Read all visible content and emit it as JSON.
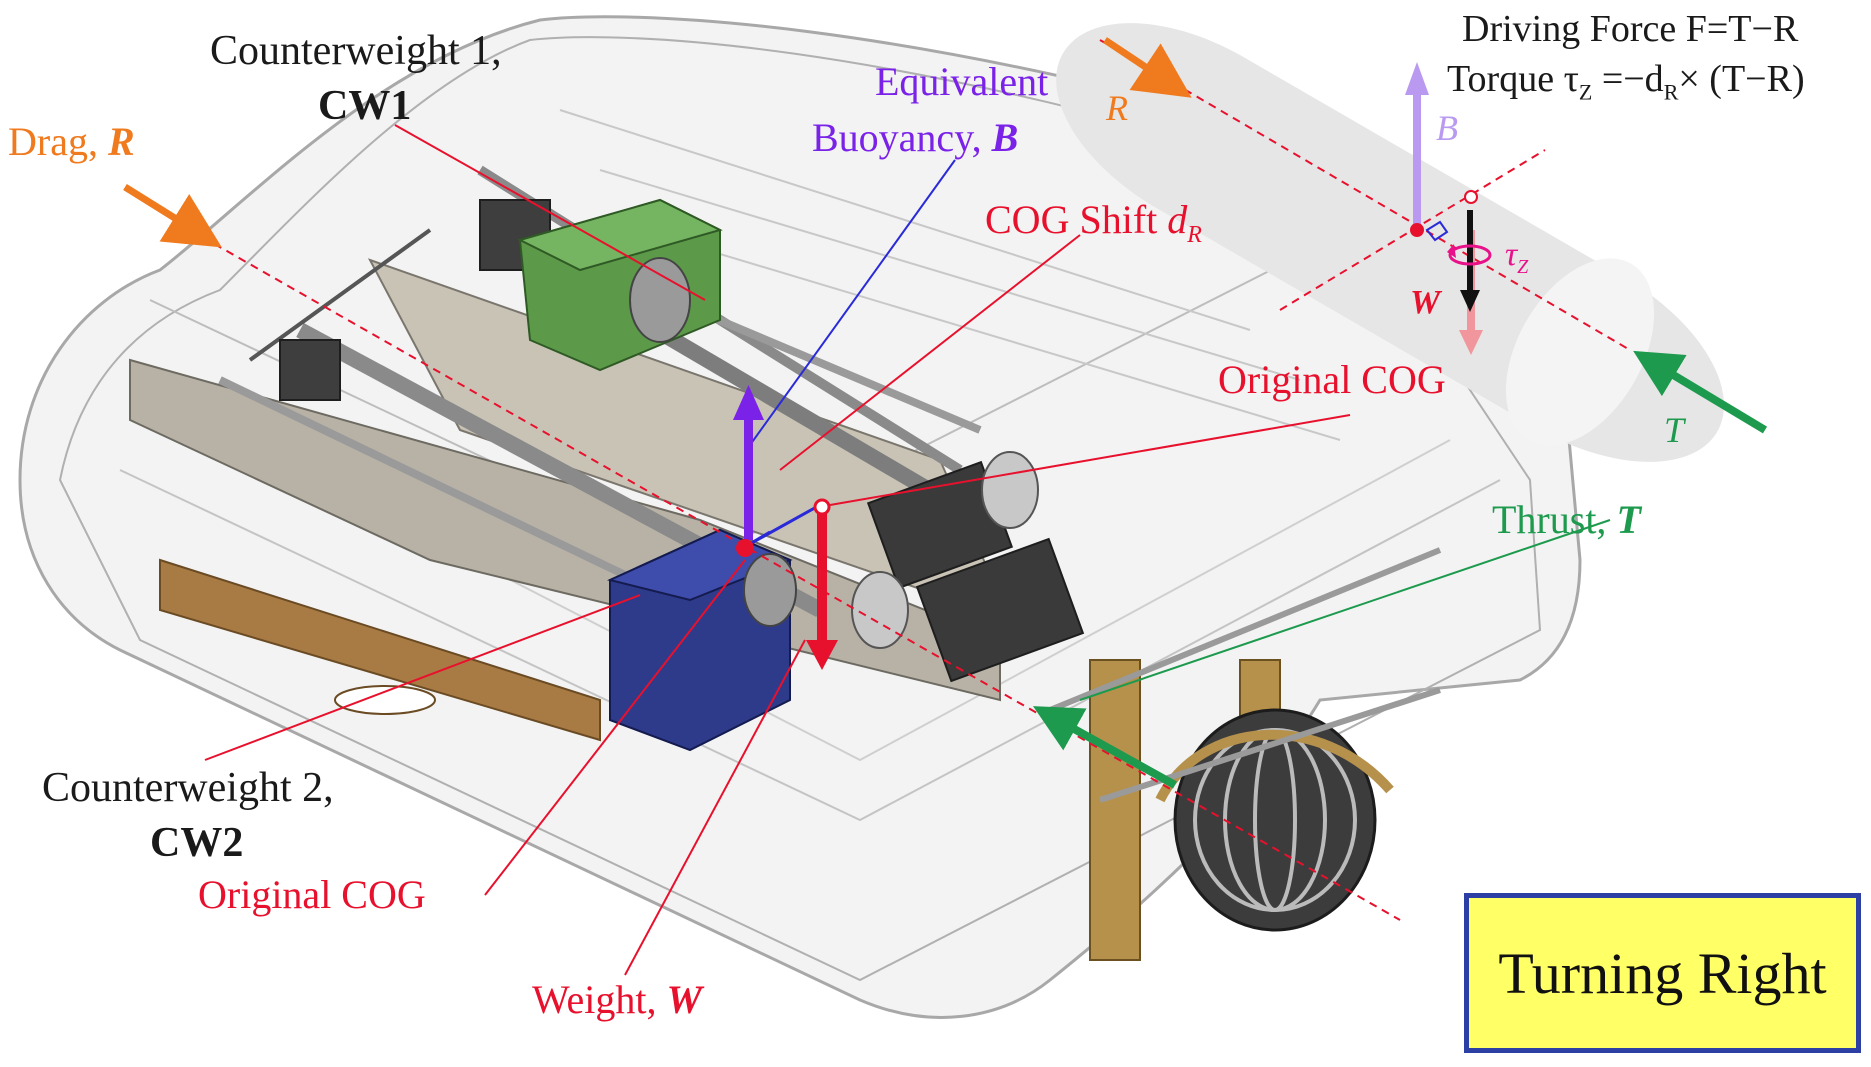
{
  "labels": {
    "cw1_line1": "Counterweight 1,",
    "cw1_line2": "CW1",
    "drag": "Drag, ",
    "drag_sym": "R",
    "buoy_line1": "Equivalent",
    "buoy_line2": "Buoyancy, ",
    "buoy_sym": "B",
    "cog_shift": "COG Shift ",
    "cog_shift_sym": "d",
    "cog_shift_sub": "R",
    "original_cog_top": "Original COG",
    "thrust": "Thrust, ",
    "thrust_sym": "T",
    "cw2_line1": "Counterweight 2,",
    "cw2_line2": "CW2",
    "original_cog_bottom": "Original COG",
    "weight": "Weight, ",
    "weight_sym": "W"
  },
  "inset": {
    "driving_force": "Driving Force F=T−R",
    "torque": "Torque τ",
    "torque_sub": "Z",
    "torque_rest": " =−d",
    "torque_sub2": "R",
    "torque_end": "× (T−R)",
    "R": "R",
    "B": "B",
    "W": "W",
    "T": "T",
    "tau": "τ",
    "tau_sub": "Z"
  },
  "status_box": "Turning Right",
  "colors": {
    "red": "#e8112d",
    "orange": "#f07a1e",
    "purple": "#7a22e8",
    "green": "#1d9a4e",
    "blue_line": "#2a2ad8",
    "box_fill": "#ffff66",
    "box_border": "#2c3fa5"
  }
}
